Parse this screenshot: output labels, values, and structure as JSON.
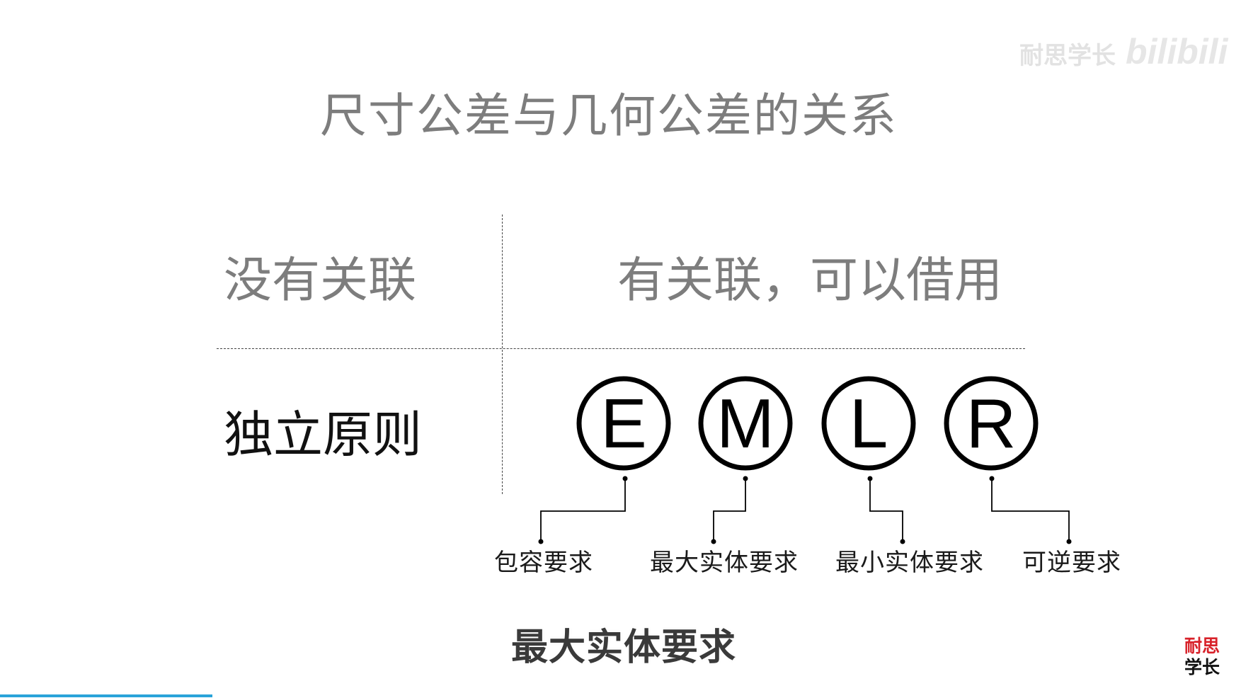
{
  "slide": {
    "title": "尺寸公差与几何公差的关系",
    "left_heading": "没有关联",
    "right_heading": "有关联，可以借用",
    "principle": "独立原则",
    "symbols": [
      {
        "letter": "E",
        "label": "包容要求"
      },
      {
        "letter": "M",
        "label": "最大实体要求"
      },
      {
        "letter": "L",
        "label": "最小实体要求"
      },
      {
        "letter": "R",
        "label": "可逆要求"
      }
    ]
  },
  "player": {
    "subtitle": "最大实体要求",
    "watermark_channel": "耐思学长",
    "watermark_brand": "bilibili",
    "logo_line1": "耐思",
    "logo_line2": "学长",
    "progress_fraction": 0.171
  },
  "colors": {
    "title_gray": "#7d7d7d",
    "progress_blue": "#29a3d9",
    "logo_red": "#d8222a"
  }
}
